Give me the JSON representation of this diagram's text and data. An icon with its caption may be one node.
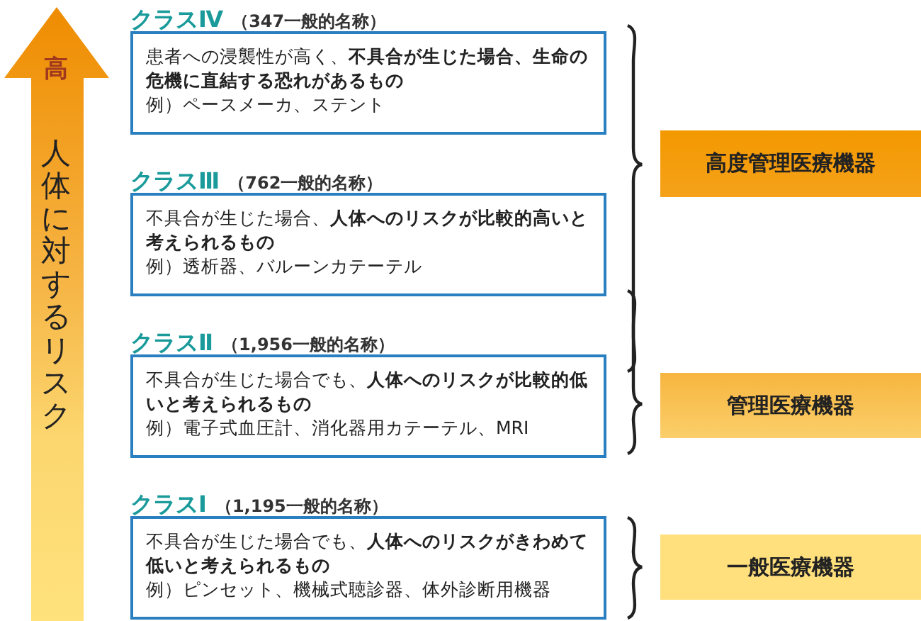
{
  "diagram": {
    "nodes": [
      {
        "text": [
          "高",
          "人体に対するリスク"
        ]
      },
      {
        "text": [
          "クラスⅣ",
          "（347一般的名称）",
          "患者への浸襲性が高く、**不具合が生じた場合、生命の危機に直結する恐れがあるもの**",
          "例）ペースメーカ、ステント"
        ]
      },
      {
        "text": [
          "クラスⅢ",
          "（762一般的名称）",
          "不具合が生じた場合、**人体へのリスクが比較的高いと考えられるもの**",
          "例）透析器、バルーンカテーテル"
        ]
      },
      {
        "text": [
          "クラスⅡ",
          "（1,956一般的名称）",
          "不具合が生じた場合でも、**人体へのリスクが比較的低いと考えられるもの**",
          "例）電子式血圧計、消化器用カテーテル、MRI"
        ]
      },
      {
        "text": [
          "クラスⅠ",
          "（1,195一般的名称）",
          "不具合が生じた場合でも、**人体へのリスクがきわめて低いと考えられるもの**",
          "例）ピンセット、機械式聴診器、体外診断用機器"
        ]
      },
      {
        "text": [
          "高度管理医療機器"
        ]
      },
      {
        "text": [
          "管理医療機器"
        ]
      },
      {
        "text": [
          "一般医療機器"
        ]
      }
    ]
  }
}
